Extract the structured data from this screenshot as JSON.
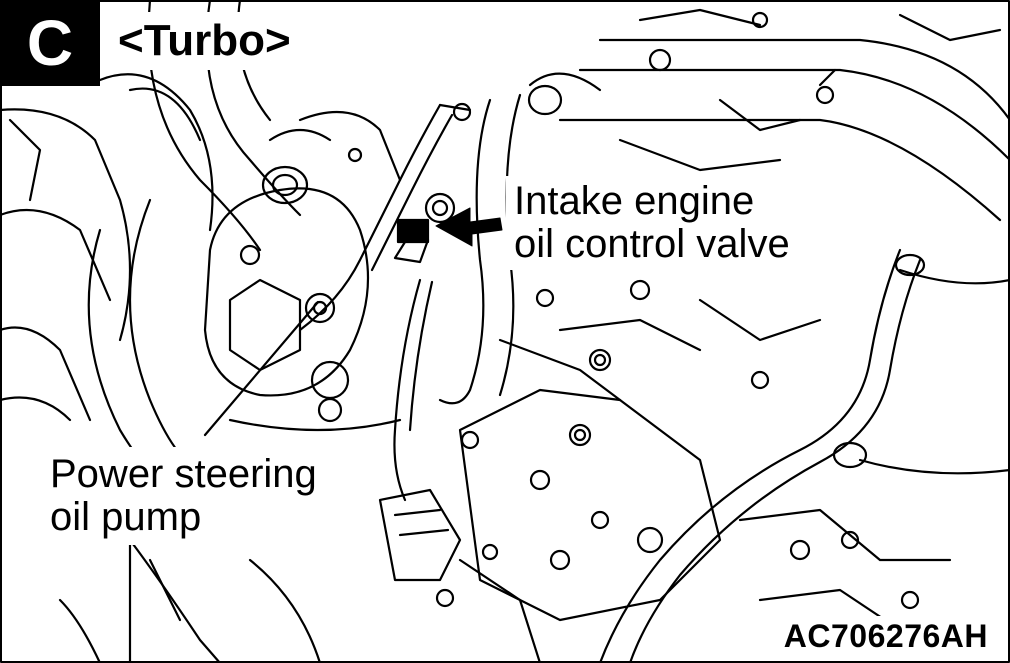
{
  "section_badge": "C",
  "variant_title": "<Turbo>",
  "callouts": {
    "intake_oil_control_valve": [
      "Intake engine",
      "oil control valve"
    ],
    "power_steering_oil_pump": [
      "Power steering",
      "oil pump"
    ]
  },
  "figure_code": "AC706276AH",
  "colors": {
    "ink": "#000000",
    "paper": "#ffffff"
  }
}
